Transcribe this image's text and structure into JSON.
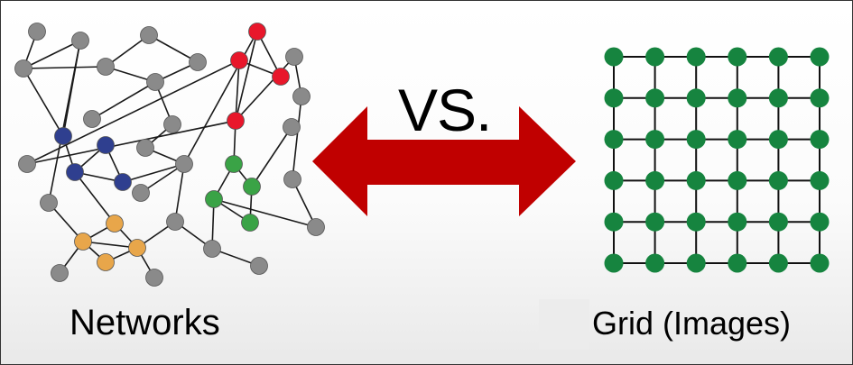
{
  "labels": {
    "left": "Networks",
    "center": "VS.",
    "right": "Grid (Images)"
  },
  "colors": {
    "gray_node": "#8a8a8a",
    "red_node": "#e8172b",
    "blue_node": "#2f3f8f",
    "green_node": "#3aa346",
    "orange_node": "#e8a64a",
    "grid_node": "#16843f",
    "arrow": "#c00000"
  },
  "network": {
    "nodes": [
      {
        "group": "gray"
      },
      {
        "group": "gray"
      },
      {
        "group": "gray"
      },
      {
        "group": "gray"
      },
      {
        "group": "gray"
      },
      {
        "group": "gray"
      },
      {
        "group": "gray"
      },
      {
        "group": "gray"
      },
      {
        "group": "gray"
      },
      {
        "group": "gray"
      },
      {
        "group": "gray"
      },
      {
        "group": "gray"
      },
      {
        "group": "gray"
      },
      {
        "group": "gray"
      },
      {
        "group": "gray"
      },
      {
        "group": "gray"
      },
      {
        "group": "gray"
      },
      {
        "group": "gray"
      },
      {
        "group": "gray"
      },
      {
        "group": "gray"
      },
      {
        "group": "gray"
      },
      {
        "group": "gray"
      },
      {
        "group": "gray"
      },
      {
        "group": "gray"
      },
      {
        "group": "red"
      },
      {
        "group": "red"
      },
      {
        "group": "red"
      },
      {
        "group": "red"
      },
      {
        "group": "blue"
      },
      {
        "group": "blue"
      },
      {
        "group": "blue"
      },
      {
        "group": "blue"
      },
      {
        "group": "green"
      },
      {
        "group": "green"
      },
      {
        "group": "green"
      },
      {
        "group": "green"
      },
      {
        "group": "orange"
      },
      {
        "group": "orange"
      },
      {
        "group": "orange"
      },
      {
        "group": "orange"
      }
    ],
    "edges": [
      [
        0,
        2
      ],
      [
        1,
        2
      ],
      [
        2,
        3
      ],
      [
        3,
        4
      ],
      [
        2,
        28
      ],
      [
        28,
        1
      ],
      [
        4,
        5
      ],
      [
        3,
        6
      ],
      [
        6,
        22
      ],
      [
        5,
        6
      ],
      [
        6,
        7
      ],
      [
        7,
        8
      ],
      [
        8,
        9
      ],
      [
        9,
        10
      ],
      [
        9,
        24
      ],
      [
        24,
        27
      ],
      [
        27,
        25
      ],
      [
        25,
        26
      ],
      [
        26,
        24
      ],
      [
        25,
        23
      ],
      [
        23,
        27
      ],
      [
        27,
        11
      ],
      [
        11,
        12
      ],
      [
        12,
        18
      ],
      [
        27,
        32
      ],
      [
        32,
        34
      ],
      [
        32,
        33
      ],
      [
        33,
        35
      ],
      [
        33,
        17
      ],
      [
        9,
        14
      ],
      [
        14,
        15
      ],
      [
        14,
        38
      ],
      [
        15,
        16
      ],
      [
        15,
        34
      ],
      [
        34,
        35
      ],
      [
        34,
        19
      ],
      [
        19,
        18
      ],
      [
        28,
        30
      ],
      [
        30,
        29
      ],
      [
        29,
        31
      ],
      [
        30,
        31
      ],
      [
        31,
        9
      ],
      [
        30,
        37
      ],
      [
        37,
        36
      ],
      [
        36,
        38
      ],
      [
        38,
        37
      ],
      [
        36,
        39
      ],
      [
        39,
        38
      ],
      [
        36,
        20
      ],
      [
        1,
        21
      ],
      [
        21,
        36
      ],
      [
        38,
        13
      ]
    ]
  },
  "grid": {
    "rows": 6,
    "cols": 6
  }
}
